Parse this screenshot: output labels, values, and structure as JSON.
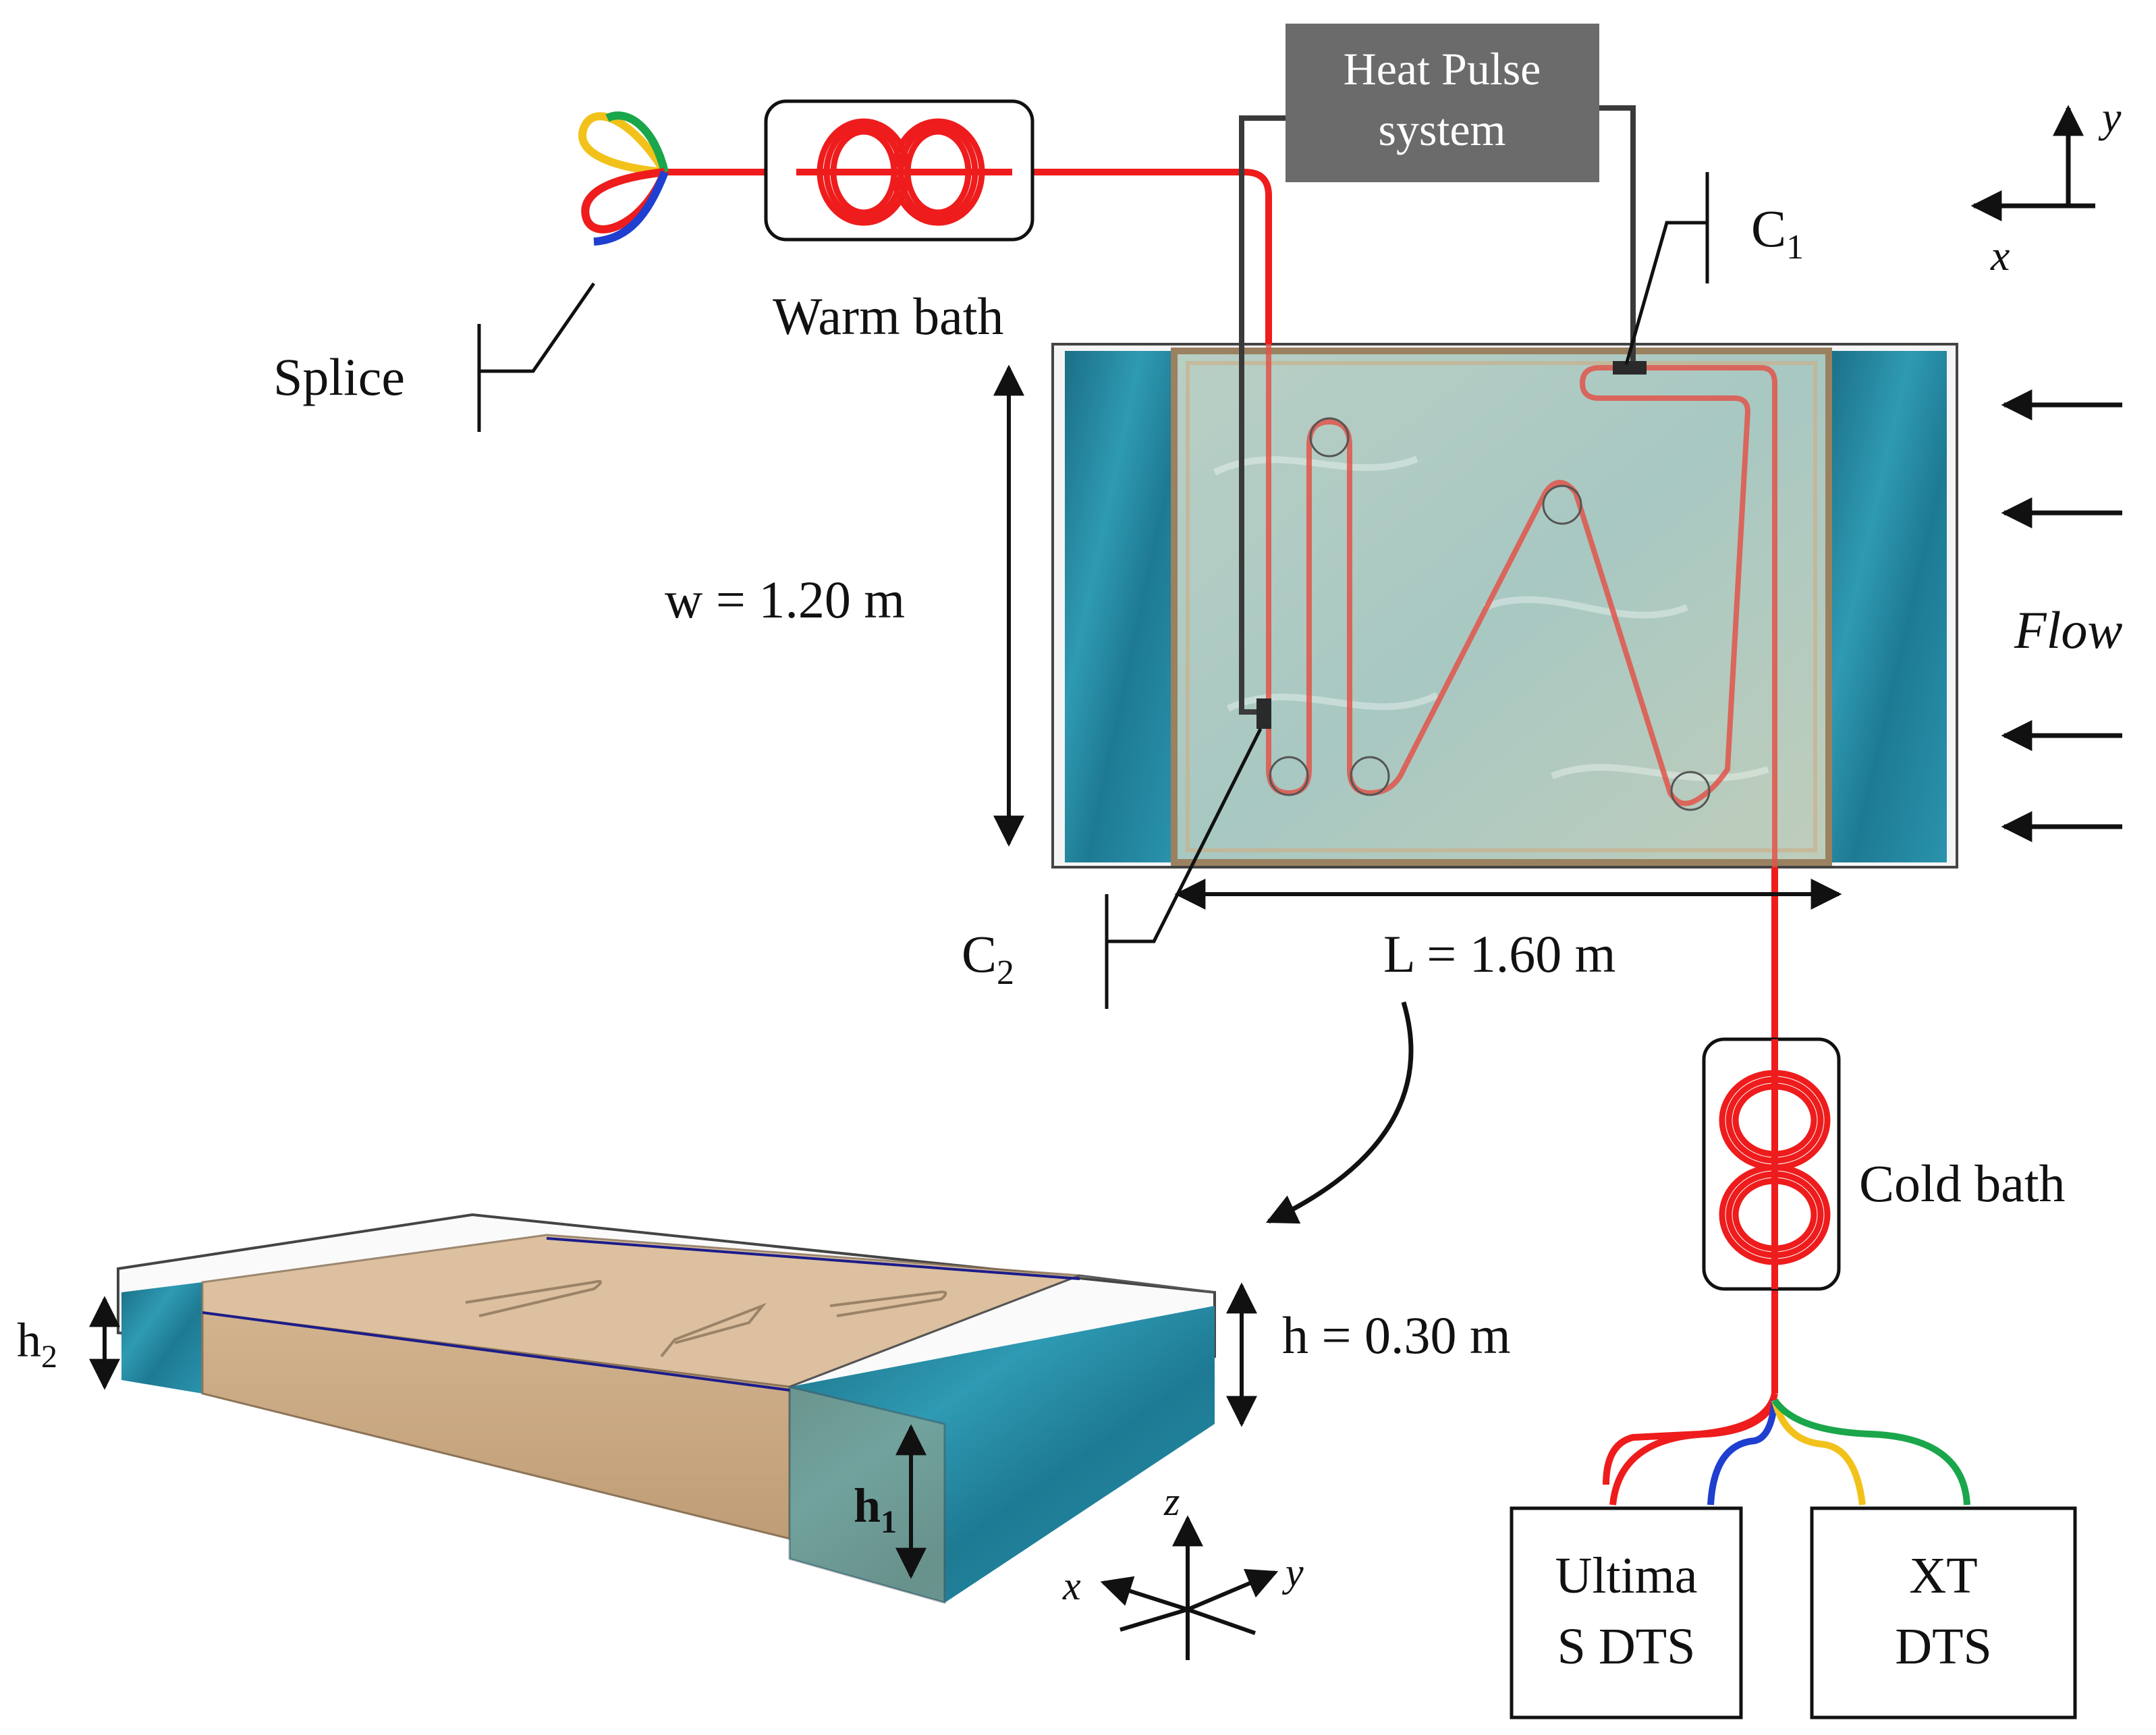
{
  "labels": {
    "heat_pulse_line1": "Heat Pulse",
    "heat_pulse_line2": "system",
    "warm_bath": "Warm bath",
    "splice": "Splice",
    "c1": "C",
    "c1_sub": "1",
    "c2": "C",
    "c2_sub": "2",
    "width": "w = 1.20 m",
    "length": "L = 1.60 m",
    "flow": "Flow",
    "cold_bath": "Cold bath",
    "height": "h = 0.30 m",
    "h1": "h",
    "h1_sub": "1",
    "h2": "h",
    "h2_sub": "2",
    "ultima_line1": "Ultima",
    "ultima_line2": "S DTS",
    "xt_line1": "XT",
    "xt_line2": "DTS"
  },
  "axes": {
    "top_x": "x",
    "top_y": "y",
    "bottom_x": "x",
    "bottom_y": "y",
    "bottom_z": "z"
  },
  "colors": {
    "fiber": "#ee1c1c",
    "cable_dark": "#3a3a3a",
    "heat_box": "#6b6b6b",
    "water": "#1f7f96",
    "sand": "#c9a77f",
    "splice_green": "#1aa64a",
    "splice_yellow": "#f2c21b",
    "splice_blue": "#1f3fd0"
  }
}
